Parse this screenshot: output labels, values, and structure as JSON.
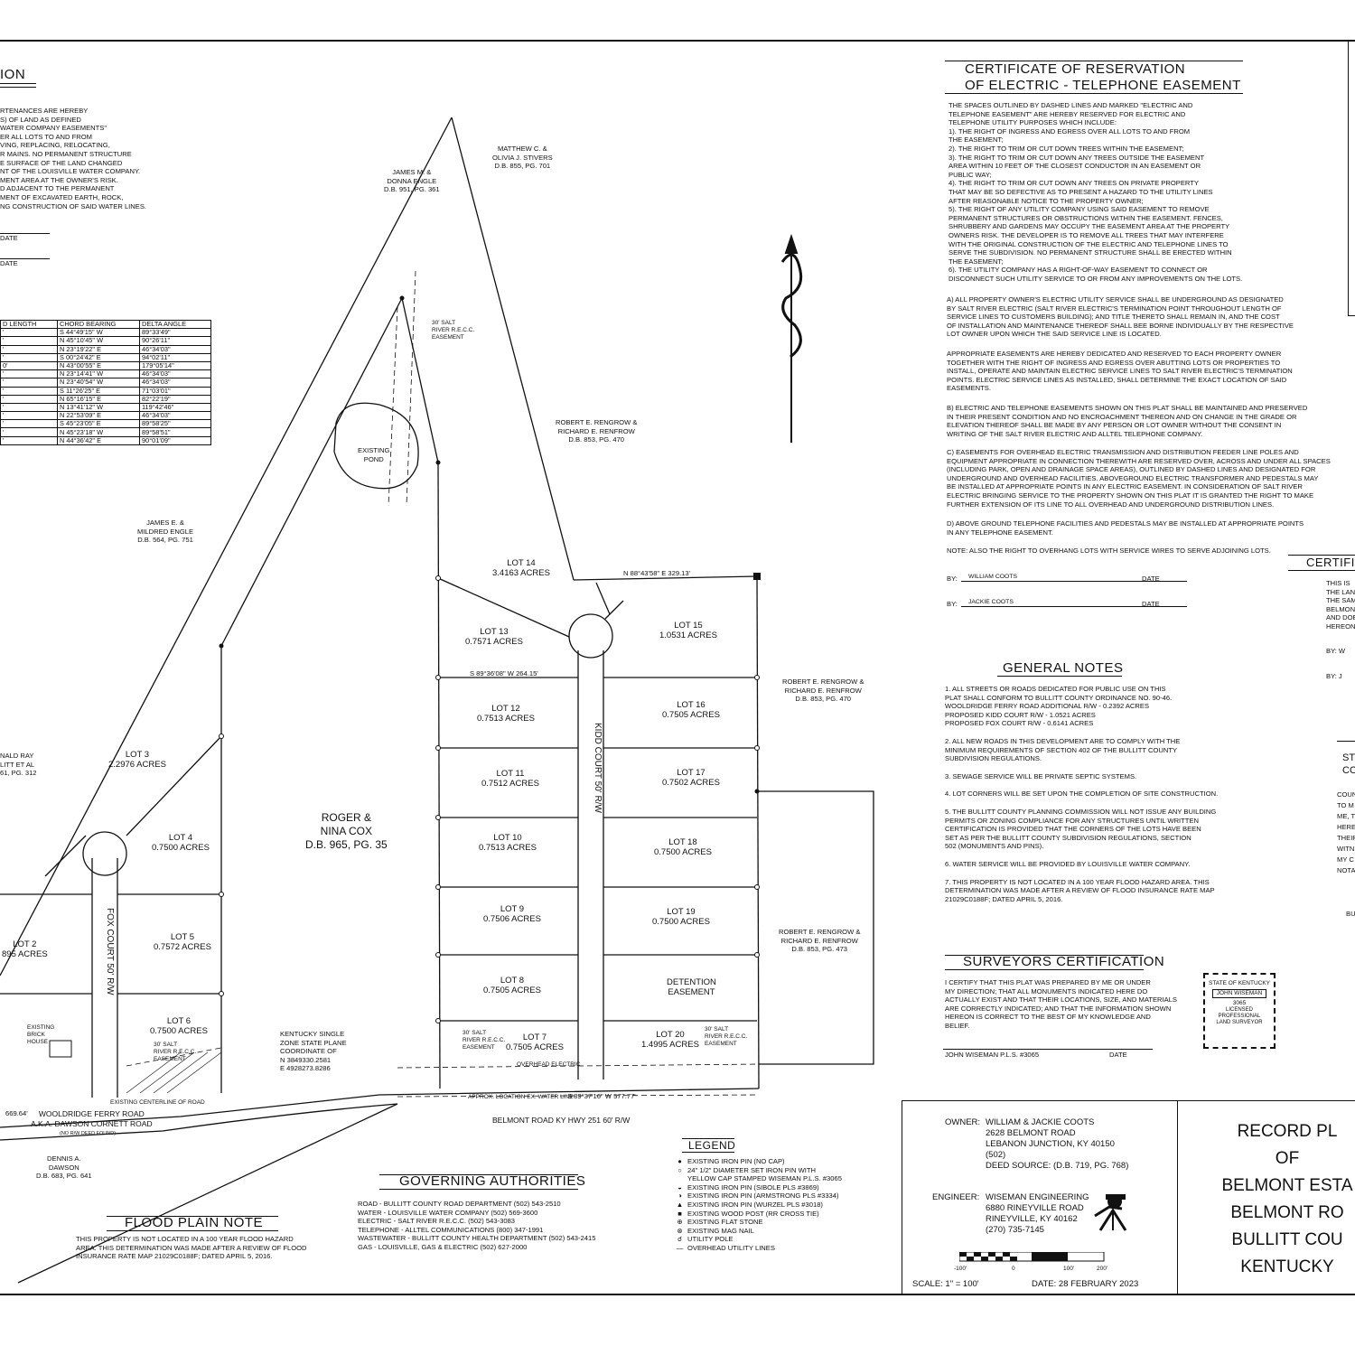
{
  "reservation": {
    "title_visible": "ION",
    "text": "RTENANCES ARE HEREBY\nS) OF LAND AS DEFINED\nWATER COMPANY EASEMENTS\"\nER ALL LOTS TO AND FROM\nVING, REPLACING, RELOCATING,\nR MAINS. NO PERMANENT STRUCTURE\nE SURFACE OF THE LAND CHANGED\nNT OF THE LOUISVILLE WATER COMPANY.\nMENT AREA AT THE OWNER'S RISK.\nD ADJACENT TO THE PERMANENT\nMENT OF EXCAVATED EARTH, ROCK,\nNG CONSTRUCTION OF SAID WATER LINES.",
    "date1": "DATE",
    "date2": "DATE"
  },
  "curve_table": {
    "headers": [
      "D LENGTH",
      "CHORD BEARING",
      "DELTA ANGLE"
    ],
    "rows": [
      [
        "'",
        "S 44°49'15\" W",
        "89°33'49\""
      ],
      [
        "'",
        "N 45°10'45\" W",
        "90°26'11\""
      ],
      [
        "'",
        "N 23°19'22\" E",
        "46°34'03\""
      ],
      [
        "'",
        "S 00°24'42\" E",
        "94°02'11\""
      ],
      [
        "0'",
        "N 43°00'55\" E",
        "179°05'14\""
      ],
      [
        "'",
        "N 23°14'41\" W",
        "46°34'03\""
      ],
      [
        "'",
        "N 23°40'54\" W",
        "46°34'03\""
      ],
      [
        "'",
        "S 11°26'25\" E",
        "71°03'01\""
      ],
      [
        "'",
        "N 65°16'15\" E",
        "82°22'19\""
      ],
      [
        "'",
        "N 13°41'12\" W",
        "119°42'46\""
      ],
      [
        "'",
        "N 22°53'09\" E",
        "46°34'03\""
      ],
      [
        "'",
        "S 45°23'05\" E",
        "89°58'25\""
      ],
      [
        "'",
        "N 45°23'18\" W",
        "89°58'51\""
      ],
      [
        "'",
        "N 44°36'42\" E",
        "90°01'09\""
      ]
    ]
  },
  "plat": {
    "lots": [
      {
        "name": "LOT 14",
        "area": "3.4163 ACRES"
      },
      {
        "name": "LOT 13",
        "area": "0.7571 ACRES"
      },
      {
        "name": "LOT 15",
        "area": "1.0531 ACRES"
      },
      {
        "name": "LOT 12",
        "area": "0.7513 ACRES"
      },
      {
        "name": "LOT 16",
        "area": "0.7505 ACRES"
      },
      {
        "name": "LOT 11",
        "area": "0.7512 ACRES"
      },
      {
        "name": "LOT 17",
        "area": "0.7502 ACRES"
      },
      {
        "name": "LOT 10",
        "area": "0.7513 ACRES"
      },
      {
        "name": "LOT 18",
        "area": "0.7500 ACRES"
      },
      {
        "name": "LOT 9",
        "area": "0.7506 ACRES"
      },
      {
        "name": "LOT 19",
        "area": "0.7500 ACRES"
      },
      {
        "name": "LOT 8",
        "area": "0.7505 ACRES"
      },
      {
        "name": "DETENTION",
        "area": "EASEMENT"
      },
      {
        "name": "LOT 7",
        "area": "0.7505 ACRES"
      },
      {
        "name": "LOT 20",
        "area": "1.4995 ACRES"
      },
      {
        "name": "LOT 3",
        "area": "2.2976 ACRES"
      },
      {
        "name": "LOT 4",
        "area": "0.7500 ACRES"
      },
      {
        "name": "LOT 5",
        "area": "0.7572 ACRES"
      },
      {
        "name": "LOT 6",
        "area": "0.7500 ACRES"
      },
      {
        "name": "LOT 2",
        "area": "895 ACRES"
      }
    ],
    "owners": {
      "matthew": "MATTHEW C. &\nOLIVIA J. STIVERS\nD.B. 855, PG. 701",
      "james_m": "JAMES M. &\nDONNA ENGLE\nD.B. 951, PG. 361",
      "james_e": "JAMES E. &\nMILDRED ENGLE\nD.B. 564, PG. 751",
      "renfrow1": "ROBERT E. RENGROW &\nRICHARD E. RENFROW\nD.B. 853, PG. 470",
      "renfrow2": "ROBERT E. RENGROW &\nRICHARD E. RENFROW\nD.B. 853, PG. 470",
      "renfrow3": "ROBERT E. RENGROW &\nRICHARD E. RENFROW\nD.B. 853, PG. 473",
      "roger": "ROGER &\nNINA COX\nD.B. 965, PG. 35",
      "dennis": "DENNIS A.\nDAWSON\nD.B. 683, PG. 641",
      "donald": "NALD RAY\nLITT ET AL\n61, PG. 312"
    },
    "kidd_court": "KIDD COURT 50' R/W",
    "fox_court": "FOX COURT 50' R/W",
    "belmont_road": "BELMONT ROAD KY HWY 251 60' R/W",
    "wooldridge": "WOOLDRIDGE FERRY ROAD\nA.K.A. DAWSON CORNETT ROAD",
    "wooldridge_note": "(NO R/W DEED FOUND)",
    "existing_pond": "EXISTING\nPOND",
    "existing_house": "EXISTING\nBRICK\nHOUSE",
    "state_plane": "KENTUCKY SINGLE\nZONE STATE PLANE\nCOORDINATE OF\nN 3849330.2581\nE 4928273.8286",
    "recc_easement": "30' SALT\nRIVER R.E.C.C.\nEASEMENT",
    "overhead_electric": "OVERHEAD ELECTRIC",
    "water_line": "APPROX. LOCATION EX. WATER LINE",
    "belmont_bearing": "S 89°37'16\" W  577.77'",
    "centerline": "EXISTING CENTERLINE OF ROAD",
    "lot14_north": "N 88°43'58\" E  329.13'",
    "wooldridge_len": "669.64'",
    "sample_bearing": "S 89°36'08\" W  264.15'"
  },
  "certificate": {
    "title1": "CERTIFICATE OF RESERVATION",
    "title2": "OF ELECTRIC - TELEPHONE EASEMENT",
    "body": "THE SPACES OUTLINED BY DASHED LINES AND MARKED \"ELECTRIC AND\nTELEPHONE EASEMENT\" ARE HEREBY RESERVED FOR ELECTRIC AND\nTELEPHONE UTILITY PURPOSES WHICH INCLUDE:\n1). THE RIGHT OF INGRESS AND EGRESS OVER ALL LOTS TO AND FROM\nTHE EASEMENT;\n2). THE RIGHT TO TRIM OR CUT DOWN TREES WITHIN THE EASEMENT;\n3). THE RIGHT TO TRIM OR CUT DOWN ANY TREES OUTSIDE THE EASEMENT\nAREA WITHIN 10 FEET OF THE CLOSEST CONDUCTOR IN AN EASEMENT OR\nPUBLIC WAY;\n4). THE RIGHT TO TRIM OR CUT DOWN ANY TREES ON PRIVATE PROPERTY\nTHAT MAY BE SO DEFECTIVE AS TO PRESENT A HAZARD TO THE UTILITY LINES\nAFTER REASONABLE NOTICE TO THE PROPERTY OWNER;\n5). THE RIGHT OF ANY UTILITY COMPANY USING SAID EASEMENT TO REMOVE\nPERMANENT STRUCTURES OR OBSTRUCTIONS WITHIN THE EASEMENT.  FENCES,\nSHRUBBERY AND GARDENS MAY OCCUPY THE EASEMENT AREA AT THE PROPERTY\nOWNERS RISK.  THE DEVELOPER IS TO REMOVE ALL TREES THAT MAY INTERFERE\nWITH THE ORIGINAL CONSTRUCTION OF THE ELECTRIC AND TELEPHONE LINES TO\nSERVE THE SUBDIVISION.  NO PERMANENT STRUCTURE SHALL BE ERECTED WITHIN\nTHE EASEMENT;\n6). THE UTILITY COMPANY HAS A RIGHT-OF-WAY EASEMENT TO CONNECT OR\nDISCONNECT SUCH UTILITY SERVICE TO OR FROM ANY IMPROVEMENTS ON THE LOTS.",
    "para_a": "A) ALL PROPERTY OWNER'S ELECTRIC UTILITY SERVICE SHALL BE UNDERGROUND AS DESIGNATED\nBY SALT RIVER ELECTRIC (SALT RIVER ELECTRIC'S TERMINATION POINT THROUGHOUT LENGTH OF\nSERVICE LINES TO CUSTOMERS BUILDING); AND TITLE THERETO SHALL REMAIN IN, AND THE COST\nOF INSTALLATION AND MAINTENANCE THEREOF SHALL BEE BORNE INDIVIDUALLY BY THE RESPECTIVE\nLOT OWNER UPON WHICH THE SAID SERVICE LINE IS LOCATED.",
    "para_a2": "    APPROPRIATE EASEMENTS ARE HEREBY DEDICATED AND RESERVED TO EACH PROPERTY OWNER\nTOGETHER WITH THE RIGHT OF INGRESS AND EGRESS OVER ABUTTING LOTS OR PROPERTIES TO\nINSTALL, OPERATE AND MAINTAIN ELECTRIC SERVICE LINES TO SALT RIVER ELECTRIC'S TERMINATION\nPOINTS. ELECTRIC SERVICE LINES AS INSTALLED, SHALL DETERMINE THE EXACT LOCATION OF SAID\nEASEMENTS.",
    "para_b": "B) ELECTRIC AND TELEPHONE EASEMENTS SHOWN ON THIS PLAT SHALL BE MAINTAINED AND PRESERVED\nIN THEIR PRESENT CONDITION AND NO ENCROACHMENT THEREON AND ON CHANGE IN THE GRADE OR\nELEVATION THEREOF SHALL BE MADE BY ANY PERSON OR LOT OWNER WITHOUT THE CONSENT IN\nWRITING OF THE SALT RIVER ELECTRIC AND ALLTEL TELEPHONE COMPANY.",
    "para_c": "C) EASEMENTS FOR OVERHEAD ELECTRIC TRANSMISSION AND DISTRIBUTION FEEDER LINE POLES AND\nEQUIPMENT APPROPRIATE IN CONNECTION THEREWITH ARE RESERVED OVER, ACROSS AND UNDER ALL SPACES\n(INCLUDING PARK, OPEN AND DRAINAGE SPACE AREAS), OUTLINED BY DASHED LINES AND DESIGNATED FOR\nUNDERGROUND AND OVERHEAD FACILITIES. ABOVEGROUND ELECTRIC TRANSFORMER AND PEDESTALS MAY\nBE INSTALLED AT APPROPRIATE POINTS IN ANY ELECTRIC EASEMENT. IN CONSIDERATION OF SALT RIVER\nELECTRIC BRINGING SERVICE TO THE PROPERTY SHOWN ON THIS PLAT IT IS GRANTED THE RIGHT TO MAKE\nFURTHER EXTENSION OF ITS LINE TO ALL OVERHEAD AND UNDERGROUND DISTRIBUTION LINES.",
    "para_d": "D) ABOVE GROUND TELEPHONE FACILITIES AND PEDESTALS MAY BE INSTALLED AT APPROPRIATE POINTS\nIN ANY TELEPHONE EASEMENT.",
    "note": "NOTE: ALSO THE RIGHT TO OVERHANG LOTS WITH SERVICE WIRES TO SERVE ADJOINING LOTS.",
    "sig1_by": "BY:",
    "sig1_name": "WILLIAM COOTS",
    "sig1_date": "DATE",
    "sig2_by": "BY:",
    "sig2_name": "JACKIE COOTS",
    "sig2_date": "DATE"
  },
  "general_notes": {
    "title": "GENERAL NOTES",
    "items": [
      "1. ALL STREETS OR ROADS DEDICATED FOR PUBLIC USE ON THIS\nPLAT SHALL CONFORM TO BULLITT COUNTY ORDINANCE NO. 90-46.\nWOOLDRIDGE FERRY ROAD ADDITIONAL R/W - 0.2392 ACRES\nPROPOSED KIDD COURT R/W - 1.0521 ACRES\nPROPOSED FOX COURT R/W - 0.6141 ACRES",
      "2. ALL NEW ROADS IN THIS DEVELOPMENT ARE TO COMPLY WITH THE\nMINIMUM REQUIREMENTS OF SECTION 402 OF THE BULLITT COUNTY\nSUBDIVISION REGULATIONS.",
      "3. SEWAGE SERVICE WILL BE PRIVATE SEPTIC SYSTEMS.",
      "4. LOT CORNERS WILL BE SET UPON THE COMPLETION OF SITE CONSTRUCTION.",
      "5. THE BULLITT COUNTY PLANNING COMMISSION WILL NOT ISSUE ANY BUILDING\nPERMITS OR ZONING COMPLIANCE FOR ANY STRUCTURES UNTIL WRITTEN\nCERTIFICATION IS PROVIDED THAT THE CORNERS OF THE LOTS HAVE BEEN\nSET AS PER THE BULLITT COUNTY SUBDIVISION REGULATIONS, SECTION\n502 (MONUMENTS AND PINS).",
      "6. WATER SERVICE WILL BE PROVIDED BY LOUISVILLE WATER COMPANY.",
      "7. THIS PROPERTY IS NOT LOCATED IN A 100 YEAR FLOOD HAZARD AREA. THIS\nDETERMINATION WAS MADE AFTER A REVIEW OF FLOOD INSURANCE RATE MAP\n21029C0188F; DATED APRIL 5, 2016."
    ]
  },
  "surveyor": {
    "title": "SURVEYORS CERTIFICATION",
    "body": "I CERTIFY THAT THIS PLAT WAS PREPARED BY ME OR UNDER\nMY DIRECTION; THAT ALL MONUMENTS INDICATED HERE DO\nACTUALLY EXIST AND THAT THEIR LOCATIONS, SIZE, AND MATERIALS\nARE CORRECTLY INDICATED; AND THAT THE INFORMATION SHOWN\nHEREON IS CORRECT TO THE BEST OF MY KNOWLEDGE AND\nBELIEF.",
    "signer": "JOHN WISEMAN P.L.S. #3065",
    "date": "DATE",
    "seal": [
      "STATE OF KENTUCKY",
      "JOHN WISEMAN",
      "3065",
      "LICENSED",
      "PROFESSIONAL",
      "LAND SURVEYOR"
    ]
  },
  "flood": {
    "title": "FLOOD PLAIN NOTE",
    "body": "THIS PROPERTY IS NOT LOCATED IN A 100 YEAR FLOOD HAZARD\nAREA. THIS DETERMINATION WAS MADE AFTER A REVIEW OF FLOOD\nINSURANCE RATE MAP 21029C0188F; DATED APRIL 5, 2016."
  },
  "governing": {
    "title": "GOVERNING AUTHORITIES",
    "items": [
      "ROAD - BULLITT COUNTY ROAD DEPARTMENT (502) 543-2510",
      "WATER - LOUISVILLE WATER COMPANY (502) 569-3600",
      "ELECTRIC - SALT RIVER R.E.C.C. (502) 543-3083",
      "TELEPHONE - ALLTEL COMMUNICATIONS (800) 347-1991",
      "WASTEWATER - BULLITT COUNTY HEALTH DEPARTMENT (502) 543-2415",
      "GAS - LOUISVILLE, GAS & ELECTRIC (502) 627-2000"
    ]
  },
  "legend": {
    "title": "LEGEND",
    "items": [
      {
        "symbol": "●",
        "label": "EXISTING IRON PIN (NO CAP)"
      },
      {
        "symbol": "○",
        "label": "24\" 1/2\" DIAMETER SET IRON PIN WITH\nYELLOW CAP STAMPED WISEMAN P.L.S. #3065"
      },
      {
        "symbol": "◒",
        "label": "EXISTING IRON PIN (SIBOLE PLS #3869)"
      },
      {
        "symbol": "◑",
        "label": "EXISTING IRON PIN (ARMSTRONG PLS #3334)"
      },
      {
        "symbol": "▲",
        "label": "EXISTING IRON PIN (WURZEL PLS #3018)"
      },
      {
        "symbol": "■",
        "label": "EXISTING WOOD POST (RR CROSS TIE)"
      },
      {
        "symbol": "⊕",
        "label": "EXISTING FLAT STONE"
      },
      {
        "symbol": "⊗",
        "label": "EXISTING MAG NAIL"
      },
      {
        "symbol": "☌",
        "label": "UTILITY POLE"
      },
      {
        "symbol": "—",
        "label": "OVERHEAD UTILITY LINES"
      }
    ]
  },
  "title_block": {
    "owner_label": "OWNER:",
    "owner": "WILLIAM & JACKIE COOTS\n2628 BELMONT ROAD\nLEBANON JUNCTION, KY 40150\n(502)\nDEED SOURCE: (D.B. 719, PG. 768)",
    "engineer_label": "ENGINEER:",
    "engineer": "WISEMAN ENGINEERING\n6880 RINEYVILLE ROAD\nRINEYVILLE, KY 40162\n(270) 735-7145",
    "scale_labels": [
      "-100'",
      "0",
      "100'",
      "200'"
    ],
    "scale": "SCALE: 1\" =  100'",
    "date": "DATE: 28 FEBRUARY 2023",
    "record": [
      "RECORD PL",
      "OF",
      "BELMONT ESTA",
      "BELMONT RO",
      "BULLITT COU",
      "KENTUCKY"
    ]
  },
  "right_partial": {
    "certif": "CERTIFIC",
    "text": "THIS IS\nTHE LAN\nTHE SAM\nBELMON\nAND DOE\nHEREON.",
    "by1": "BY:  W",
    "by2": "BY:  J",
    "st": "ST\nCO",
    "misc": "COUN\nTO M\nME, T\nHERE\nTHEIR\nWITNE\nMY C\nNOTA",
    "bu": "BU"
  }
}
